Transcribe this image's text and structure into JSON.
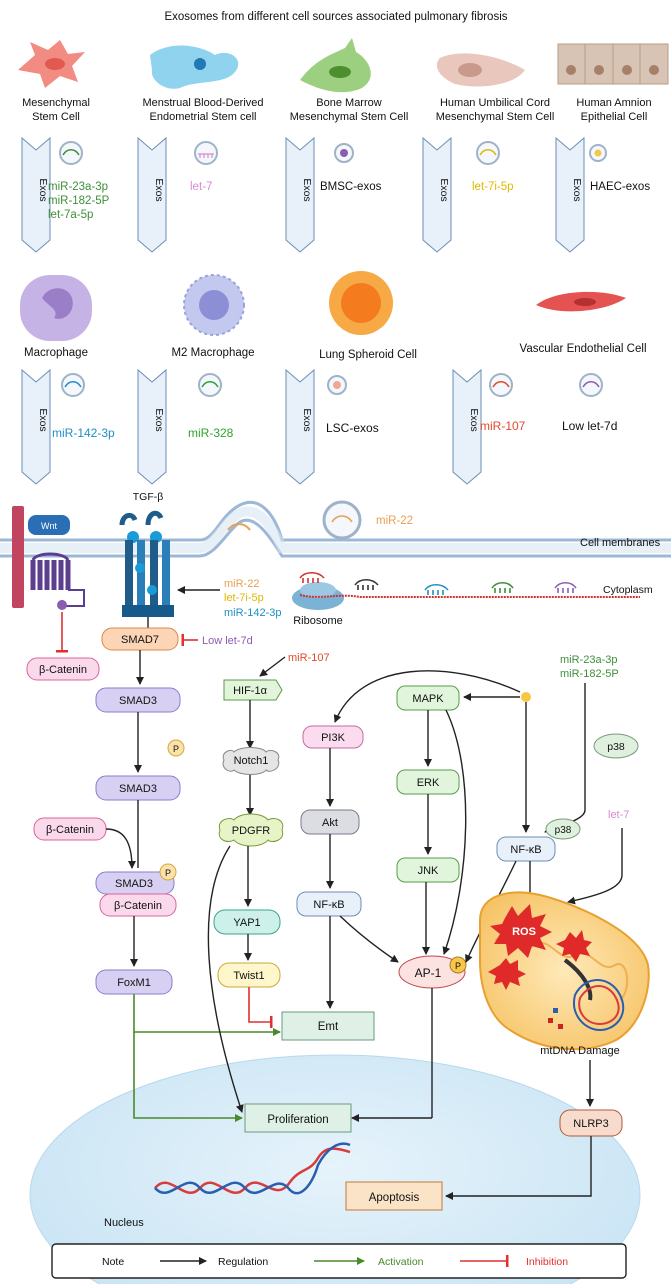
{
  "title": "Exosomes from different cell sources  associated pulmonary fibrosis",
  "colors": {
    "miR_green": "#3f8f3a",
    "miR_pink": "#d98bd0",
    "miR_yellow": "#e0b800",
    "miR_blue": "#1f8fc8",
    "miR_brightgreen": "#2ca52c",
    "miR_red": "#e04a2a",
    "orange": "#e8a050",
    "purple": "#8a5db0",
    "activation": "#4a8a2a",
    "inhibition": "#e03030"
  },
  "row1": {
    "cells": [
      "Mesenchymal",
      "Stem Cell",
      "Menstrual Blood-Derived",
      "Endometrial Stem cell",
      "Bone Marrow",
      "Mesenchymal Stem Cell",
      "Human Umbilical Cord",
      "Mesenchymal Stem Cell",
      "Human Amnion",
      "Epithelial Cell"
    ],
    "exos": "Exos",
    "cargo": [
      "miR-23a-3p",
      "miR-182-5P",
      "let-7a-5p",
      "let-7",
      "BMSC-exos",
      "let-7i-5p",
      "HAEC-exos"
    ]
  },
  "row2": {
    "cells": [
      "Macrophage",
      "M2 Macrophage",
      "Lung Spheroid Cell",
      "Vascular Endothelial Cell"
    ],
    "exos": "Exos",
    "cargo": [
      "miR-142-3p",
      "miR-328",
      "LSC-exos",
      "miR-107",
      "Low let-7d"
    ]
  },
  "pathway": {
    "wnt": "Wnt",
    "tgfb": "TGF-β",
    "mir22_top": "miR-22",
    "cell_membranes": "Cell membranes",
    "cytoplasm": "Cytoplasm",
    "ribosome": "Ribosome",
    "tgf_inputs": [
      "miR-22",
      "let-7i-5p",
      "miR-142-3p"
    ],
    "smad7": "SMAD7",
    "low_let7d": "Low let-7d",
    "beta_catenin": "β-Catenin",
    "smad3": "SMAD3",
    "p": "P",
    "foxm1": "FoxM1",
    "mir107": "miR-107",
    "hif1a": "HIF-1α",
    "notch1": "Notch1",
    "pdgfr": "PDGFR",
    "yap1": "YAP1",
    "twist1": "Twist1",
    "emt": "Emt",
    "pi3k": "PI3K",
    "akt": "Akt",
    "nfkb": "NF-κB",
    "mapk": "MAPK",
    "erk": "ERK",
    "jnk": "JNK",
    "ap1": "AP-1",
    "p38": "p38",
    "mir_pair": [
      "miR-23a-3p",
      "miR-182-5P"
    ],
    "let7": "let-7",
    "ros": "ROS",
    "mtdna": "mtDNA  Damage",
    "nlrp3": "NLRP3",
    "proliferation": "Proliferation",
    "apoptosis": "Apoptosis",
    "nucleus": "Nucleus"
  },
  "legend": {
    "note": "Note",
    "regulation": "Regulation",
    "activation": "Activation",
    "inhibition": "Inhibition"
  }
}
